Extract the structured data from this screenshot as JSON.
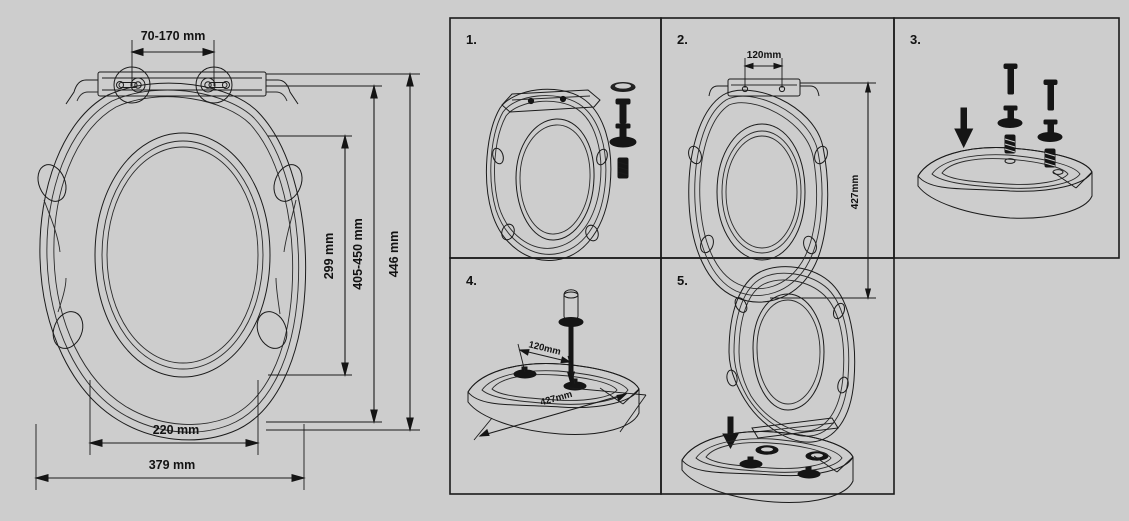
{
  "document": {
    "kind": "technical-installation-drawing",
    "subject": "Toilet seat dimensions and installation steps",
    "background_color": "#cdcdcd",
    "line_color": "#1b1b1b"
  },
  "main_drawing": {
    "name": "toilet-seat-plan-view-with-dimensions",
    "dimensions": {
      "hinge_spacing": "70-170 mm",
      "inner_height": "299 mm",
      "adjustable_height": "405-450 mm",
      "overall_height": "446 mm",
      "inner_width": "220 mm",
      "overall_width": "379 mm"
    }
  },
  "steps": [
    {
      "number": "1.",
      "name": "step-1-seat-and-hardware",
      "description": "Toilet seat with mounting hardware set",
      "labels": []
    },
    {
      "number": "2.",
      "name": "step-2-seat-dimensions",
      "description": "Seat plan view with fixing dimensions",
      "labels": [
        "120mm",
        "427mm"
      ]
    },
    {
      "number": "3.",
      "name": "step-3-insert-hardware-into-bowl",
      "description": "Insert fixings into pan holes",
      "labels": []
    },
    {
      "number": "4.",
      "name": "step-4-tighten-screws",
      "description": "Tighten fixings with screwdriver",
      "labels": [
        "120mm",
        "427mm"
      ]
    },
    {
      "number": "5.",
      "name": "step-5-attach-seat",
      "description": "Lower seat onto fitted hinges",
      "labels": []
    }
  ],
  "labels": {
    "hinge_spacing": "70-170 mm",
    "inner_height": "299 mm",
    "adjustable_height": "405-450 mm",
    "overall_height": "446 mm",
    "inner_width": "220 mm",
    "overall_width": "379 mm",
    "step2_bolt_spacing": "120mm",
    "step2_seat_length": "427mm",
    "step4_bolt_spacing": "120mm",
    "step4_seat_length": "427mm",
    "step1_number": "1.",
    "step2_number": "2.",
    "step3_number": "3.",
    "step4_number": "4.",
    "step5_number": "5."
  }
}
